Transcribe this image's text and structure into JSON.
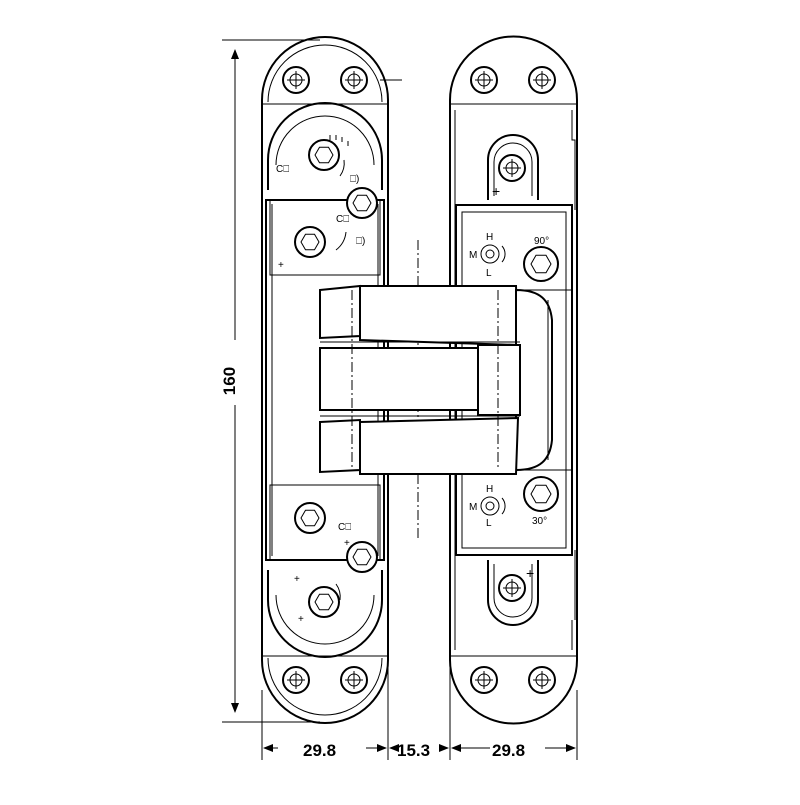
{
  "dimensions": {
    "height": "160",
    "left_plate_width": "29.8",
    "gap_width": "15.3",
    "right_plate_width": "29.8"
  },
  "adjust_labels": {
    "h_top": "H",
    "m_top": "M",
    "l_top": "L",
    "angle_top": "90°",
    "h_bottom": "H",
    "m_bottom": "M",
    "l_bottom": "L",
    "angle_bottom": "30°"
  },
  "colors": {
    "line": "#000000",
    "background": "#ffffff"
  }
}
